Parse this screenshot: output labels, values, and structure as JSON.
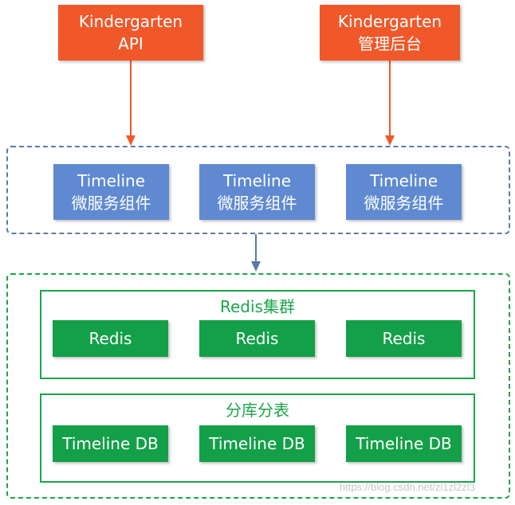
{
  "top_boxes": [
    {
      "line1": "Kindergarten",
      "line2": "API"
    },
    {
      "line1": "Kindergarten",
      "line2": "管理后台"
    }
  ],
  "services": [
    {
      "line1": "Timeline",
      "line2": "微服务组件"
    },
    {
      "line1": "Timeline",
      "line2": "微服务组件"
    },
    {
      "line1": "Timeline",
      "line2": "微服务组件"
    }
  ],
  "redis_cluster": {
    "title": "Redis集群",
    "nodes": [
      "Redis",
      "Redis",
      "Redis"
    ]
  },
  "db_cluster": {
    "title": "分库分表",
    "nodes": [
      "Timeline DB",
      "Timeline DB",
      "Timeline DB"
    ]
  },
  "watermark": "https://blog.csdn.net/zl1zl2zl3",
  "colors": {
    "top_box": "#f0582a",
    "service_box": "#5f8ad1",
    "service_group_border": "#5b79a8",
    "data_group_border": "#1aa54a",
    "green_box": "#13a048",
    "arrow_orange": "#f0582a",
    "arrow_blue": "#5b79a8"
  }
}
